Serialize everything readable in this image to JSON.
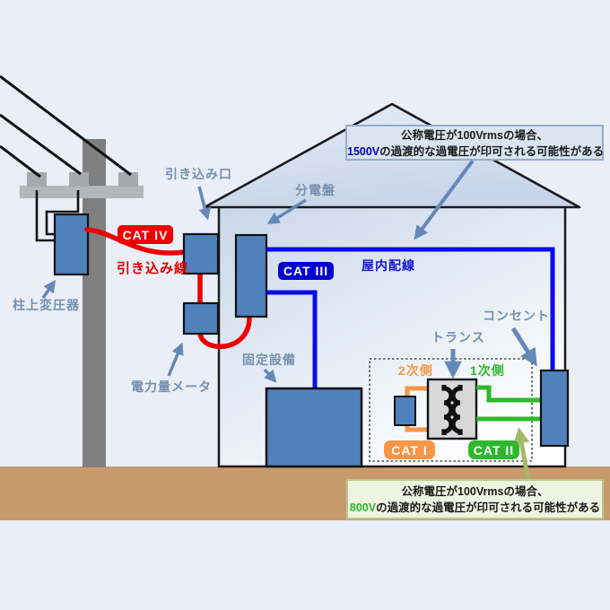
{
  "labels": {
    "service_entrance": "引き込み口",
    "distribution_board": "分電盤",
    "indoor_wiring": "屋内配線",
    "cat4": "CAT IV",
    "service_drop_line": "引き込み線",
    "pole_transformer": "柱上変圧器",
    "watt_hour_meter": "電力量メータ",
    "fixed_equipment": "固定設備",
    "cat3": "CAT III",
    "transformer": "トランス",
    "outlet": "コンセント",
    "secondary_side": "2次側",
    "primary_side": "1次側",
    "cat1": "CAT I",
    "cat2": "CAT II"
  },
  "callouts": {
    "top": {
      "line1": "公称電圧が100Vrmsの場合、",
      "highlight": "1500V",
      "line2_rest": "の過渡的な過電圧が印可される可能性がある",
      "highlight_color": "#0000cc"
    },
    "bottom": {
      "line1": "公称電圧が100Vrmsの場合、",
      "highlight": "800V",
      "line2_rest": "の過渡的な過電圧が印可される可能性がある",
      "highlight_color": "#2eb82e"
    }
  },
  "colors": {
    "background": "#e9eef7",
    "ground": "#c89b6d",
    "equipment_box": "#4f81bd",
    "cat4_red": "#ee0000",
    "cat3_blue": "#0202cf",
    "indoor_wire_blue": "#0a0aee",
    "cat1_orange": "#f79646",
    "cat2_green": "#2eb82e",
    "label_blue_gray": "#7590ae",
    "arrow_steel_blue": "#6488b8",
    "arrow_olive": "#a5b96a",
    "pole_gray": "#7f7f7f",
    "transformer_symbol_gray": "#d8d8d8"
  }
}
